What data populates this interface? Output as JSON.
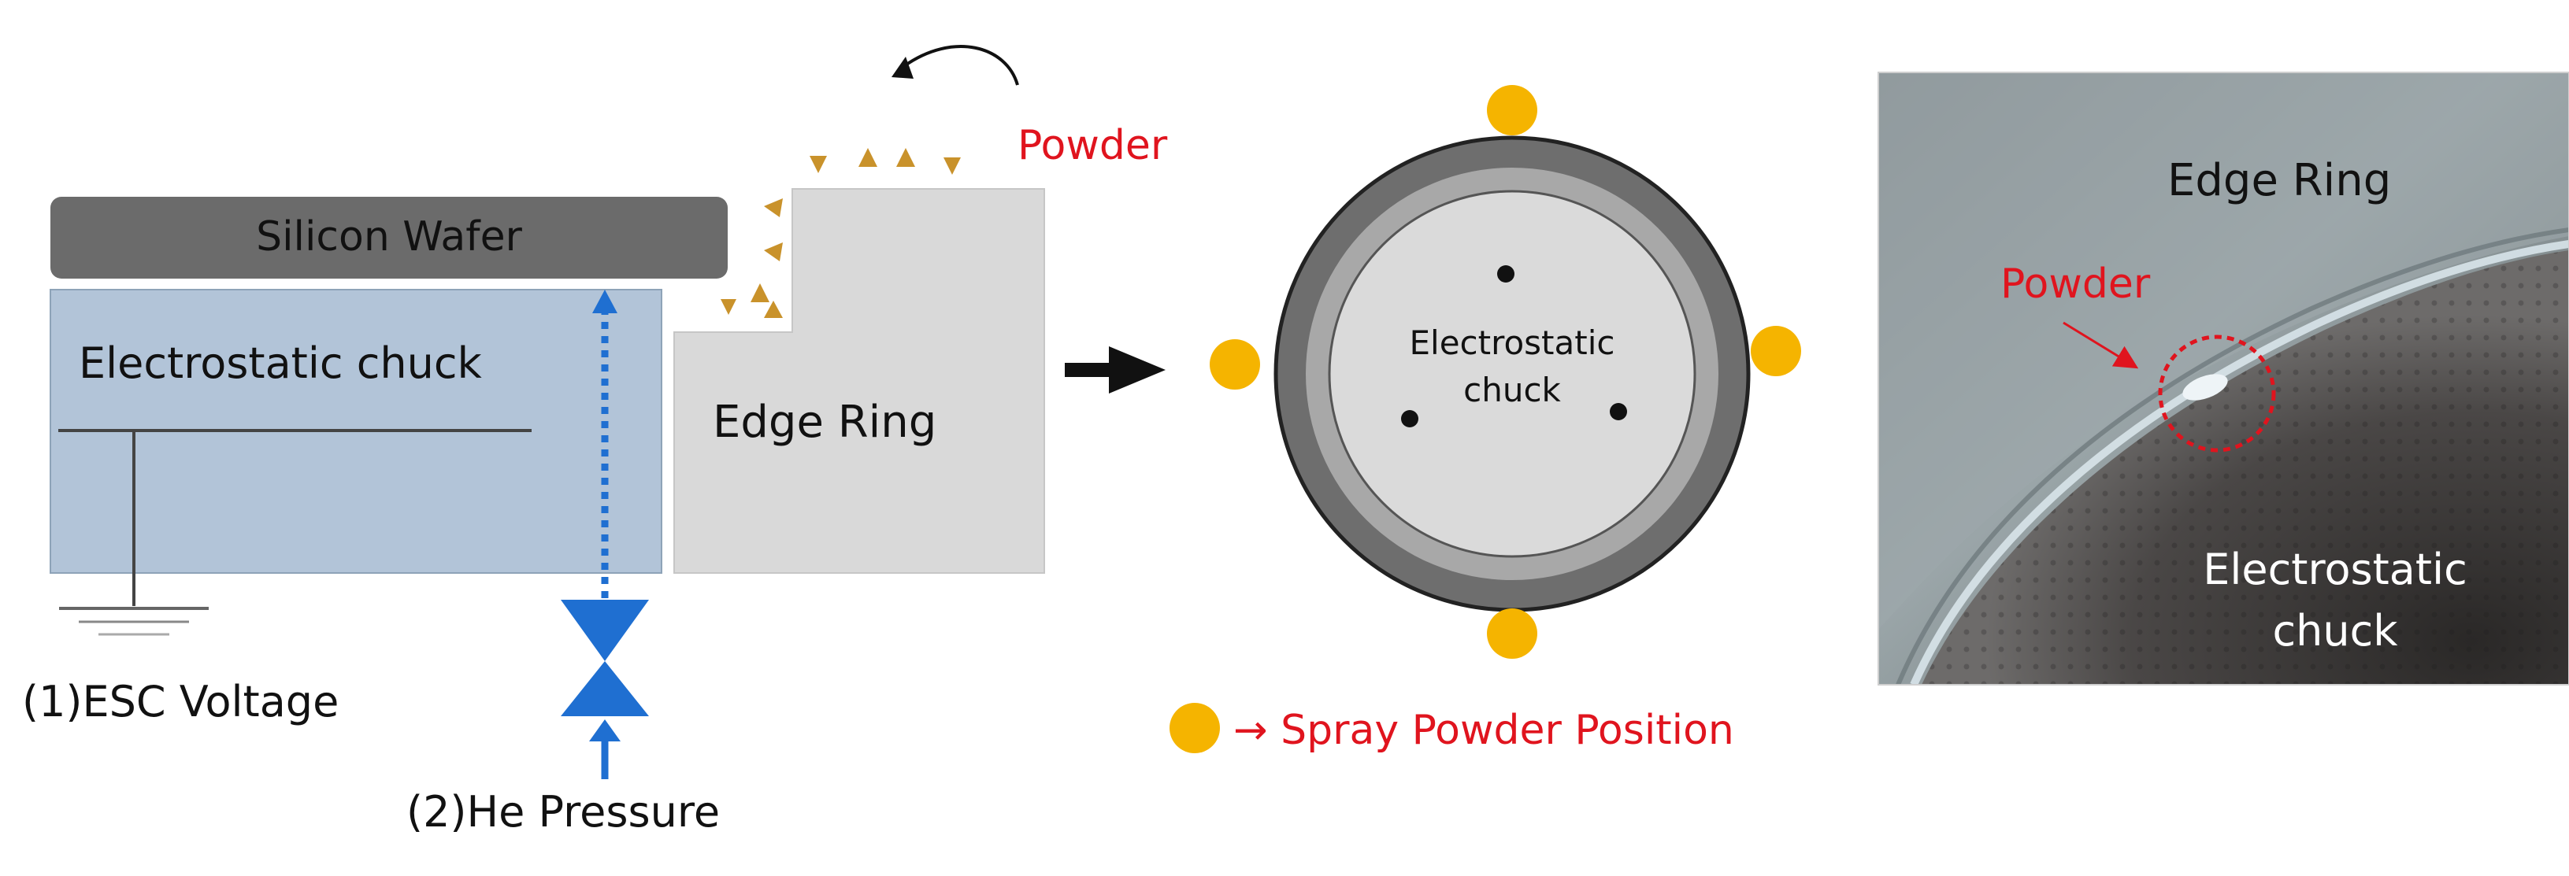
{
  "cross_section": {
    "wafer_label": "Silicon Wafer",
    "chuck_label": "Electrostatic chuck",
    "edge_ring_label": "Edge Ring",
    "powder_label": "Powder",
    "esc_voltage_label": "(1)ESC Voltage",
    "he_pressure_label": "(2)He Pressure"
  },
  "top_view": {
    "chuck_label_line1": "Electrostatic",
    "chuck_label_line2": "chuck",
    "legend_label": "→ Spray Powder Position"
  },
  "photo": {
    "edge_ring_label": "Edge Ring",
    "powder_label": "Powder",
    "chuck_label_line1": "Electrostatic",
    "chuck_label_line2": "chuck"
  },
  "colors": {
    "wafer": "#6b6b6b",
    "chuck": "#b2c4d8",
    "edge_ring": "#d9d9d9",
    "powder_marker": "#c9922b",
    "spray_dot": "#f5b400",
    "valve_blue": "#1f6fd1",
    "accent_red": "#e0141e"
  }
}
